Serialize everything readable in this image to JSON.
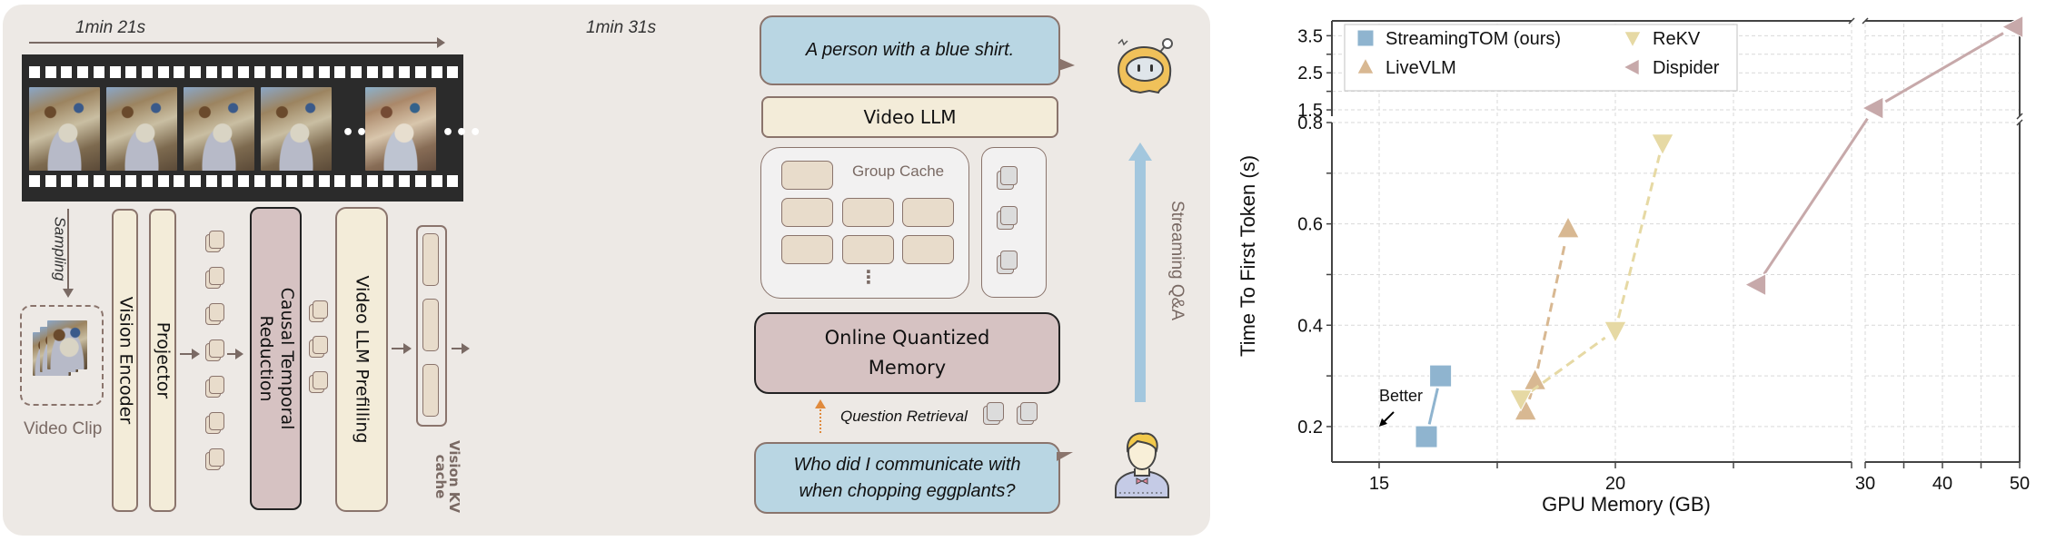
{
  "diagram": {
    "timeline": {
      "start_label": "1min 21s",
      "end_label": "1min 31s"
    },
    "filmstrip": {
      "frame_count": 5,
      "ellipsis": "•••"
    },
    "sampling_label": "Sampling",
    "video_clip_label": "Video Clip",
    "vision_encoder_label": "Vision Encoder",
    "projector_label": "Projector",
    "causal_temporal_reduction_label": "Causal Temporal Reduction",
    "prefilling_label": "Video LLM Prefilling",
    "kv_cache_label": "Vision KV cache",
    "answer_bubble": "A person with a blue shirt.",
    "video_llm_label": "Video LLM",
    "group_cache_label": "Group Cache",
    "group_cache_ellipsis": "⋮",
    "memory_label": "Online Quantized Memory",
    "question_retrieval_label": "Question Retrieval",
    "question_bubble": "Who did I communicate with when chopping eggplants?",
    "streaming_label": "Streaming Q&A",
    "icons": {
      "assistant": "robot-icon",
      "user": "person-icon"
    },
    "colors": {
      "panel_bg": "#ede9e5",
      "bubble": "#b9d6e3",
      "reduction_box": "#d6c2c2",
      "llm_box": "#f3ecd9",
      "streaming_arrow": "#a3c7de",
      "retrieval_arrow": "#e08a3c"
    }
  },
  "chart_data": {
    "type": "scatter",
    "title": "",
    "xlabel": "GPU Memory (GB)",
    "ylabel": "Time To First Token (s)",
    "broken_axes": true,
    "x_segments": [
      {
        "range": [
          14,
          25
        ],
        "ticks": [
          15,
          20
        ],
        "minor_ticks": [
          17.5,
          22.5,
          25
        ]
      },
      {
        "range": [
          30,
          50
        ],
        "ticks": [
          30,
          40,
          50
        ],
        "minor_ticks": [
          35,
          45
        ]
      }
    ],
    "y_segments": [
      {
        "range": [
          0.13,
          0.8
        ],
        "ticks": [
          0.2,
          0.4,
          0.6,
          0.8
        ],
        "tick_labels": [
          "0.2",
          "0.4",
          "0.6",
          "0.8"
        ],
        "minor_ticks": [
          0.3,
          0.5,
          0.7
        ]
      },
      {
        "range": [
          1.33,
          3.9
        ],
        "ticks": [
          1.5,
          2.5,
          3.5
        ],
        "tick_labels": [
          "1.5",
          "2.5",
          "3.5"
        ],
        "minor_ticks": [
          2.0,
          3.0
        ]
      }
    ],
    "grid": true,
    "legend": {
      "placement": "top-left",
      "columns": 2
    },
    "series": [
      {
        "name": "StreamingTOM (ours)",
        "marker": "square",
        "color": "#8fb4cf",
        "line": "solid",
        "points": [
          [
            16.0,
            0.18
          ],
          [
            16.3,
            0.3
          ]
        ]
      },
      {
        "name": "LiveVLM",
        "marker": "triangle-up",
        "color": "#d8b892",
        "line": "dashed",
        "points": [
          [
            18.1,
            0.23
          ],
          [
            18.3,
            0.29
          ],
          [
            19.0,
            0.59
          ]
        ]
      },
      {
        "name": "ReKV",
        "marker": "triangle-down",
        "color": "#e6d9a4",
        "line": "dashed",
        "points": [
          [
            18.0,
            0.255
          ],
          [
            20.0,
            0.39
          ],
          [
            21.0,
            0.76
          ]
        ]
      },
      {
        "name": "Dispider",
        "marker": "triangle-left",
        "color": "#c7a9aa",
        "line": "solid",
        "points": [
          [
            23.0,
            0.48
          ],
          [
            31.2,
            1.55
          ],
          [
            49.3,
            3.74
          ]
        ]
      }
    ],
    "annotations": [
      {
        "text": "Better",
        "arrow_to": [
          15.0,
          0.2
        ]
      }
    ]
  }
}
